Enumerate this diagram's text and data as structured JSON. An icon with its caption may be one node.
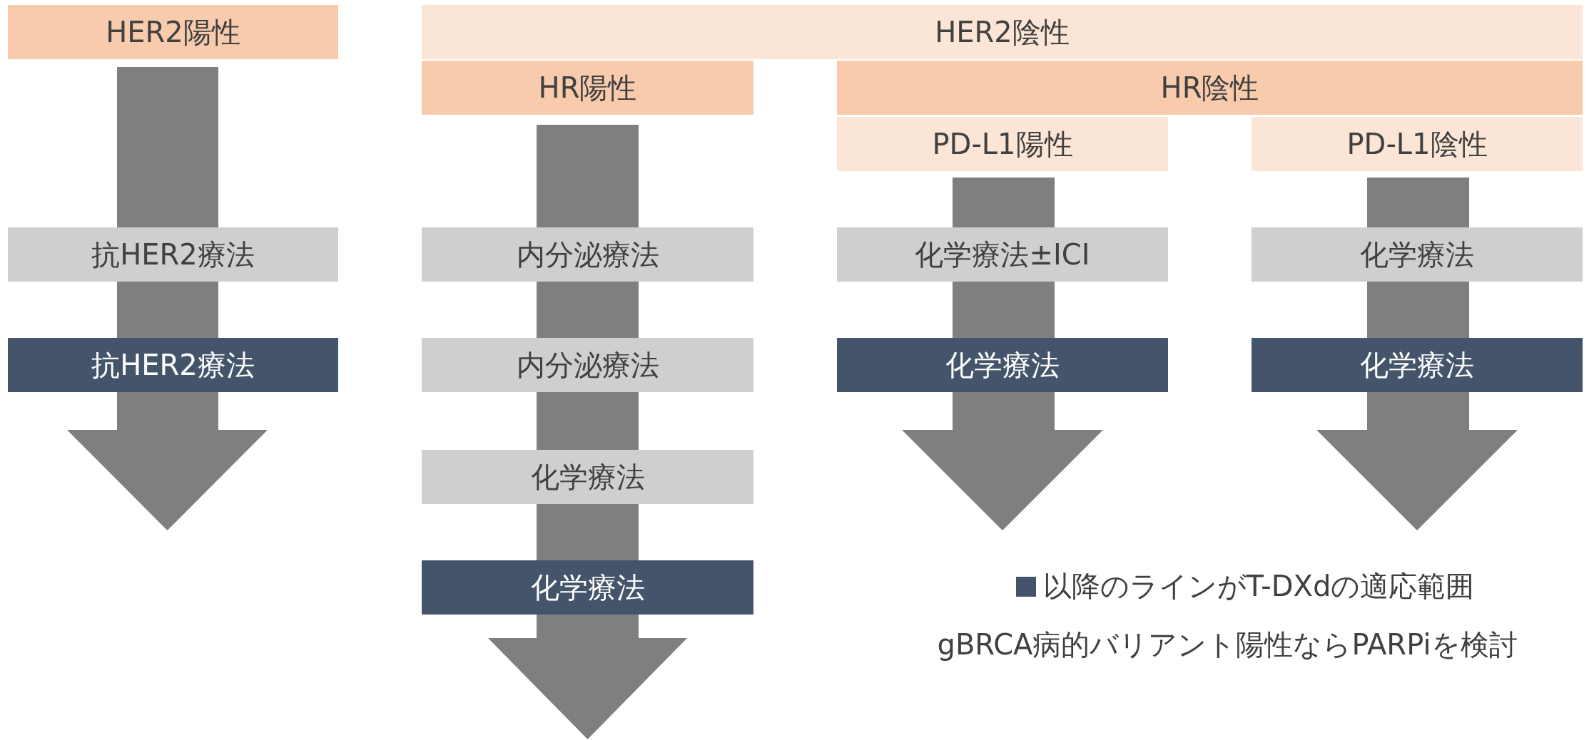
{
  "diagram": {
    "nodes": [
      {
        "text": [
          "HER2陽性"
        ]
      },
      {
        "text": [
          "HER2陰性"
        ]
      },
      {
        "text": [
          "HR陽性"
        ]
      },
      {
        "text": [
          "HR陰性"
        ]
      },
      {
        "text": [
          "PD-L1陽性"
        ]
      },
      {
        "text": [
          "PD-L1陰性"
        ]
      },
      {
        "text": [
          "抗HER2療法"
        ]
      },
      {
        "text": [
          "内分泌療法"
        ]
      },
      {
        "text": [
          "化学療法±ICI"
        ]
      },
      {
        "text": [
          "化学療法"
        ]
      },
      {
        "text": [
          "抗HER2療法"
        ]
      },
      {
        "text": [
          "内分泌療法"
        ]
      },
      {
        "text": [
          "化学療法"
        ]
      },
      {
        "text": [
          "化学療法"
        ]
      },
      {
        "text": [
          "化学療法"
        ]
      },
      {
        "text": [
          "化学療法"
        ]
      }
    ],
    "labels": [
      "gBRCA病的バリアント陽性ならPARPiを検討"
    ],
    "legend": [
      {
        "text": "以降のラインがT-DXdの適応範囲",
        "color": "#44546a"
      }
    ]
  }
}
